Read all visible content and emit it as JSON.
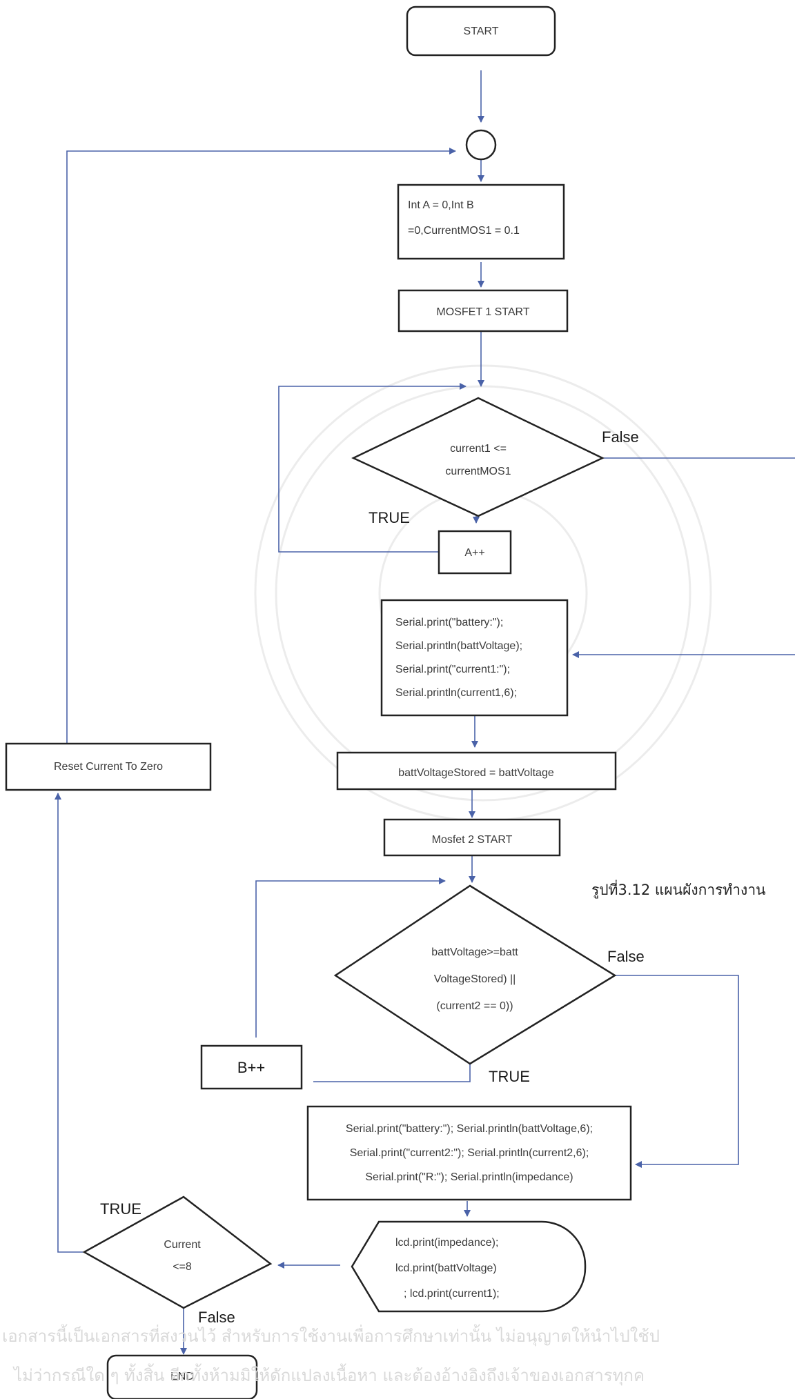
{
  "nodes": {
    "start": "START",
    "init_line1": "Int A = 0,Int B",
    "init_line2": "=0,CurrentMOS1 = 0.1",
    "mosfet1": "MOSFET 1 START",
    "cond1_line1": "current1 <=",
    "cond1_line2": "currentMOS1",
    "a_inc": "A++",
    "print1_line1": "Serial.print(\"battery:\");",
    "print1_line2": "Serial.println(battVoltage);",
    "print1_line3": "Serial.print(\"current1:\");",
    "print1_line4": "Serial.println(current1,6);",
    "store": "battVoltageStored = battVoltage",
    "mosfet2": "Mosfet 2 START",
    "cond2_line1": "battVoltage>=batt",
    "cond2_line2": "VoltageStored) ||",
    "cond2_line3": "(current2 == 0))",
    "b_inc": "B++",
    "print2_line1": "Serial.print(\"battery:\"); Serial.println(battVoltage,6);",
    "print2_line2": "Serial.print(\"current2:\"); Serial.println(current2,6);",
    "print2_line3": "Serial.print(\"R:\"); Serial.println(impedance)",
    "lcd_line1": "lcd.print(impedance);",
    "lcd_line2": "lcd.print(battVoltage)",
    "lcd_line3": "; lcd.print(current1);",
    "cond3_line1": "Current",
    "cond3_line2": "<=8",
    "reset": "Reset Current To Zero",
    "end": "END"
  },
  "edge_labels": {
    "cond1_false": "False",
    "cond1_true": "TRUE",
    "cond2_false": "False",
    "cond2_true": "TRUE",
    "cond3_true": "TRUE",
    "cond3_false": "False"
  },
  "caption": "รูปที่3.12 แผนผังการทำงาน",
  "watermark": {
    "line1": "เอกสารนี้เป็นเอกสารที่สงวนไว้ สำหรับการใช้งานเพื่อการศึกษาเท่านั้น ไม่อนุญาตให้นำไปใช้ป",
    "line2": "ไม่ว่ากรณีใด ๆ ทั้งสิ้น อีกทั้งห้ามมิให้ดักแปลงเนื้อหา และต้องอ้างอิงถึงเจ้าของเอกสารทุกค"
  },
  "colors": {
    "connector": "#4a62a8",
    "shape_stroke": "#222222"
  }
}
